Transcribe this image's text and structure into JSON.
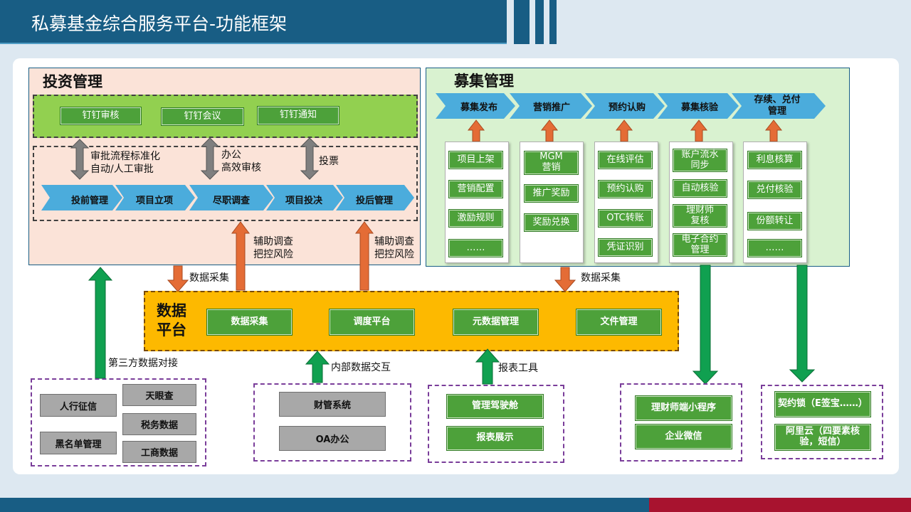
{
  "title": "私募基金综合服务平台-功能框架",
  "colors": {
    "primary": "#185d84",
    "accent_red": "#a8132f",
    "green": "#4da13a",
    "orange": "#e46c36",
    "platform": "#fdb900",
    "arrow_green": "#10a050",
    "process_blue": "#4bacdc"
  },
  "investment": {
    "title": "投资管理",
    "dingtalk": [
      "钉钉审核",
      "钉钉会议",
      "钉钉通知"
    ],
    "links": [
      "审批流程标准化\n自动/人工审批",
      "办公\n高效审核",
      "投票"
    ],
    "steps": [
      "投前管理",
      "项目立项",
      "尽职调查",
      "项目投决",
      "投后管理"
    ]
  },
  "fundraising": {
    "title": "募集管理",
    "steps": [
      "募集发布",
      "营销推广",
      "预约认购",
      "募集核验",
      "存续、兑付\n管理"
    ],
    "columns": [
      [
        "项目上架",
        "营销配置",
        "激励规则",
        "……"
      ],
      [
        "MGM\n营销",
        "推广奖励",
        "奖励兑换"
      ],
      [
        "在线评估",
        "预约认购",
        "OTC转账",
        "凭证识别"
      ],
      [
        "账户流水\n同步",
        "自动核验",
        "理财师\n复核",
        "电子合约\n管理"
      ],
      [
        "利息核算",
        "兑付核验",
        "份额转让",
        "……"
      ]
    ]
  },
  "platform": {
    "title": "数据\n平台",
    "items": [
      "数据采集",
      "调度平台",
      "元数据管理",
      "文件管理"
    ]
  },
  "arrow_labels": {
    "collect_left": "数据采集",
    "assist_1": "辅助调查\n把控风险",
    "assist_2": "辅助调查\n把控风险",
    "collect_right": "数据采集",
    "third_party": "第三方数据对接",
    "internal": "内部数据交互",
    "report_tool": "报表工具"
  },
  "bottom": {
    "third_party": [
      "人行征信",
      "天眼查",
      "税务数据",
      "黑名单管理",
      "工商数据"
    ],
    "internal": [
      "财管系统",
      "OA办公"
    ],
    "reports": [
      "管理驾驶舱",
      "报表展示"
    ],
    "mini": [
      "理财师端小程序",
      "企业微信"
    ],
    "contract": [
      "契约锁（E签宝……）",
      "阿里云（四要素核\n验，短信）"
    ]
  }
}
